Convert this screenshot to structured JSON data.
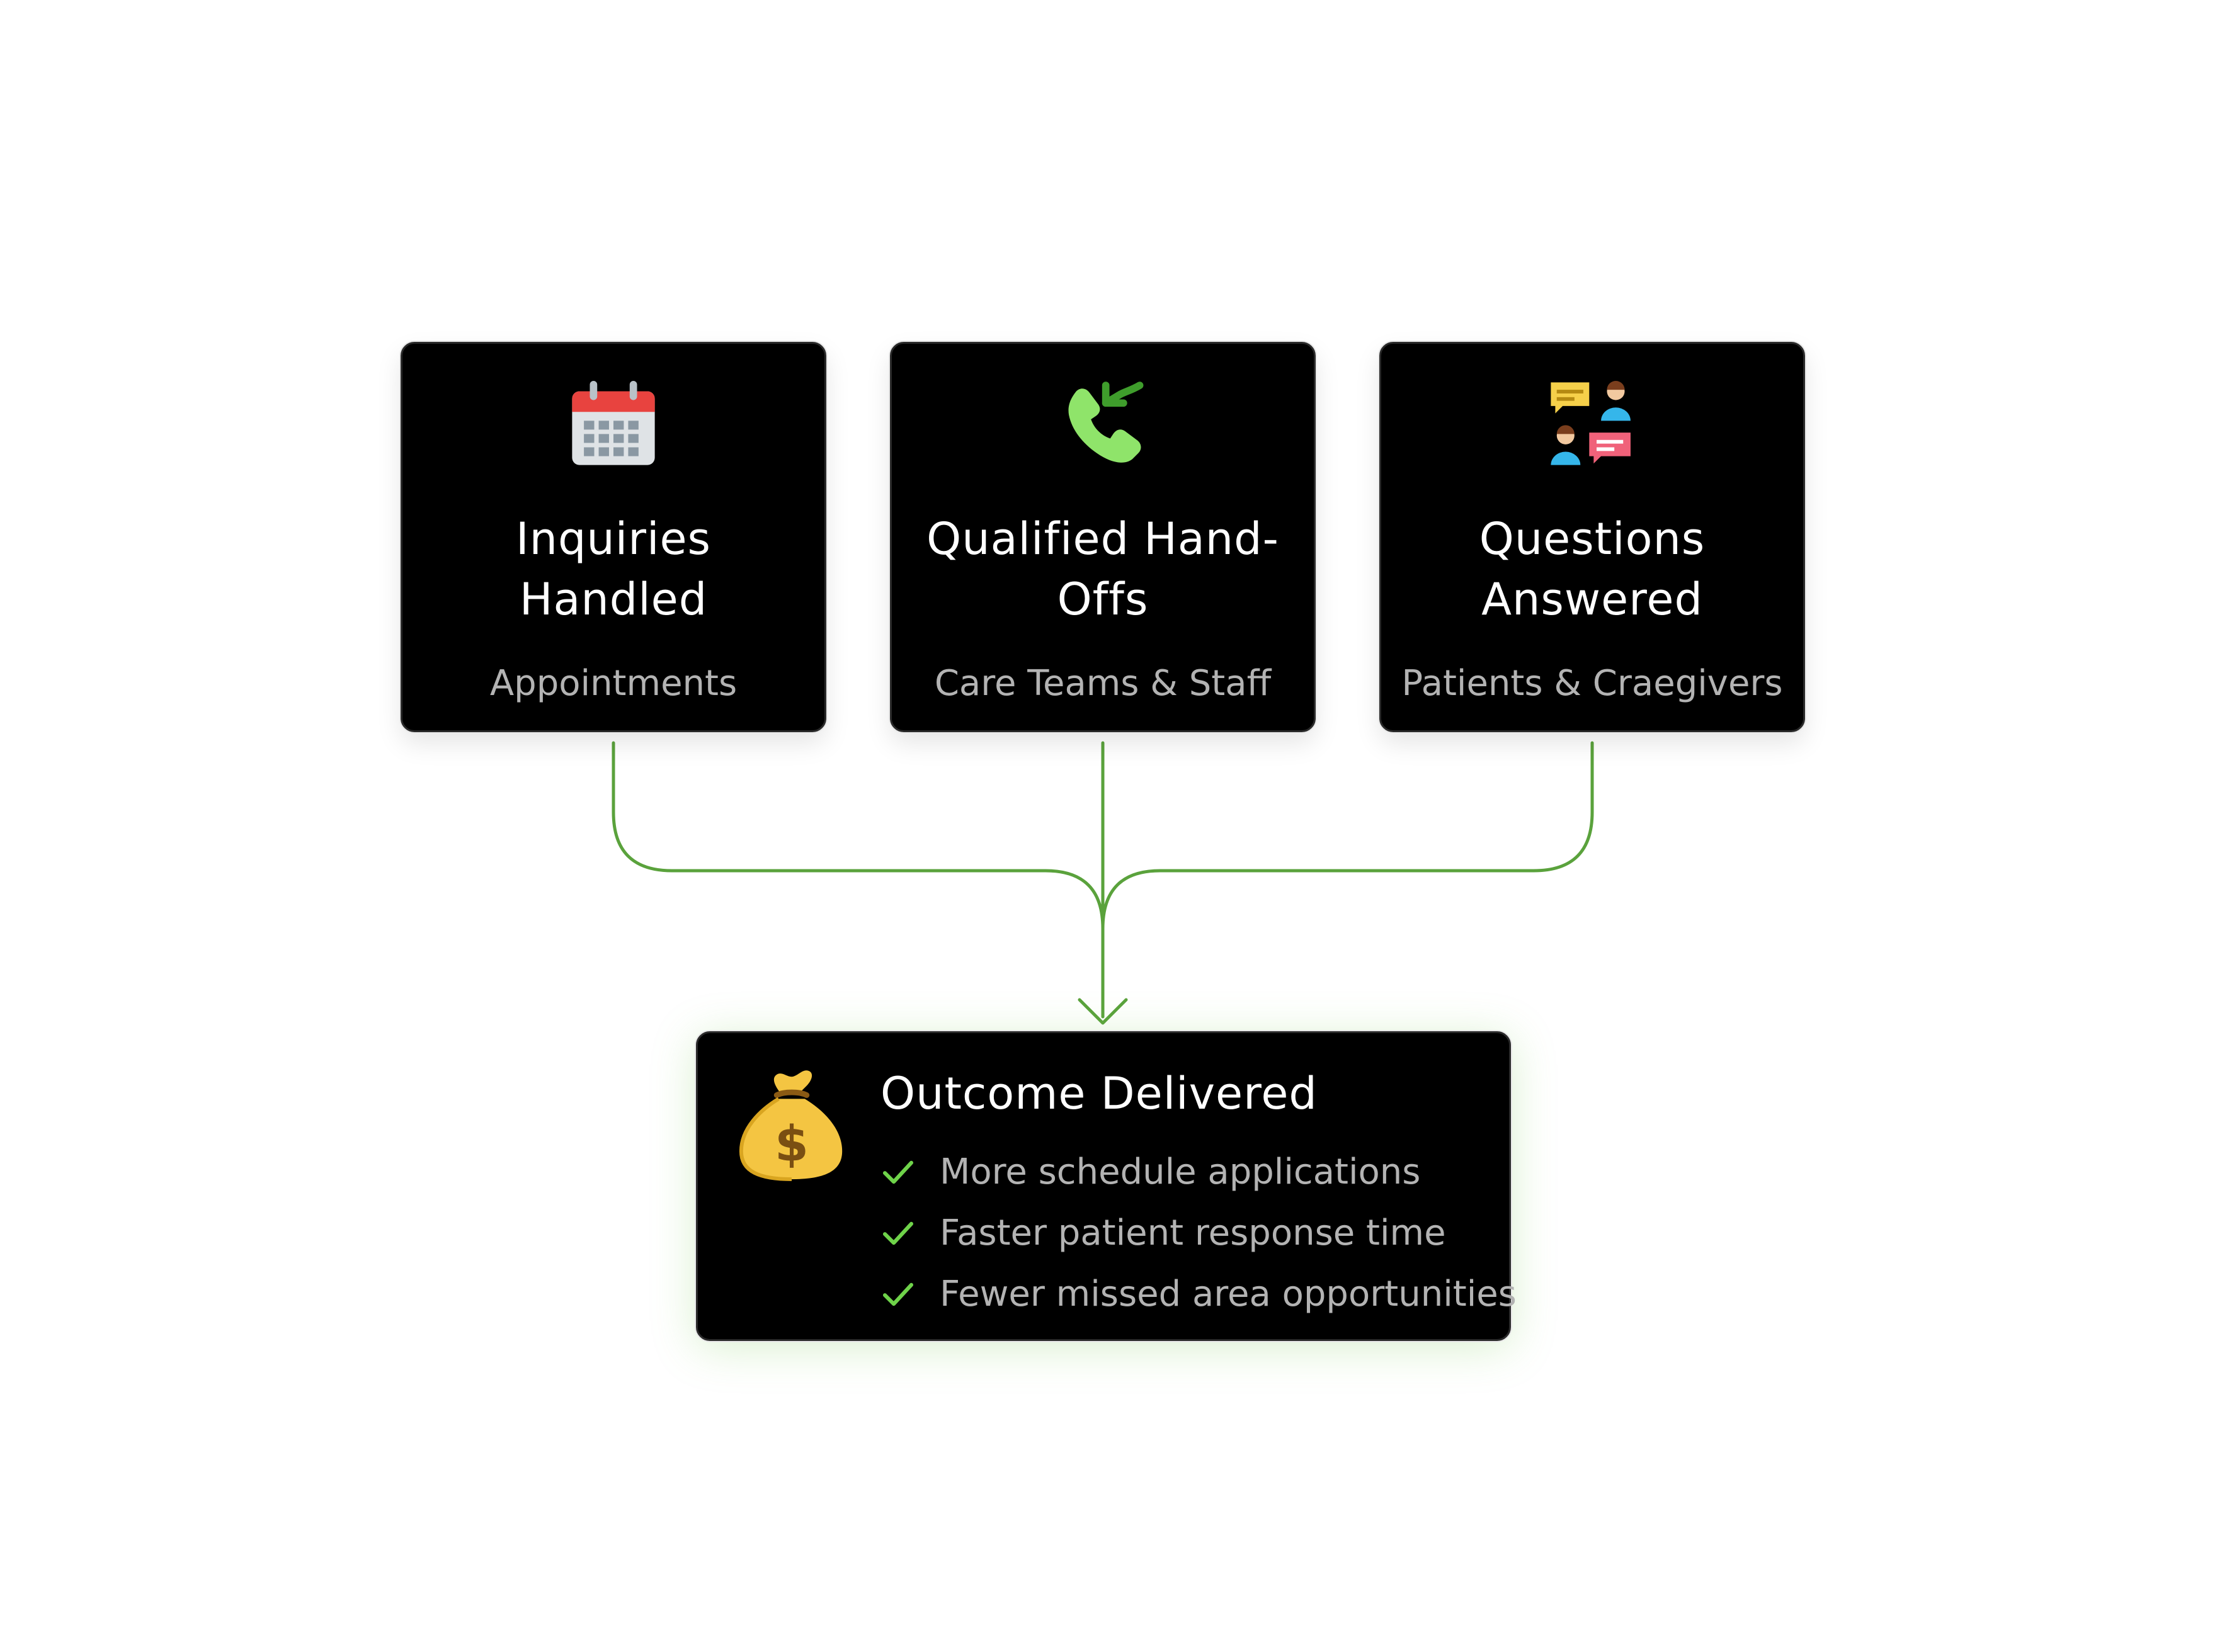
{
  "sources": [
    {
      "title_line1": "Inquiries",
      "title_line2": "Handled",
      "subtitle": "Appointments",
      "icon": "calendar-icon"
    },
    {
      "title_line1": "Qualified Hand-",
      "title_line2": "Offs",
      "subtitle": "Care Teams & Staff",
      "icon": "phone-transfer-icon"
    },
    {
      "title_line1": "Questions",
      "title_line2": "Answered",
      "subtitle": "Patients & Craegivers",
      "icon": "conversation-icon"
    }
  ],
  "outcome": {
    "title": "Outcome Delivered",
    "icon": "money-bag-icon",
    "bullets": [
      "More schedule applications",
      "Faster patient response time",
      "Fewer missed area opportunities"
    ]
  },
  "colors": {
    "card_background": "#000000",
    "connector": "#5aa23c",
    "check": "#6fd34a",
    "title_text": "#ffffff",
    "subtitle_text": "#b3b3b3"
  }
}
